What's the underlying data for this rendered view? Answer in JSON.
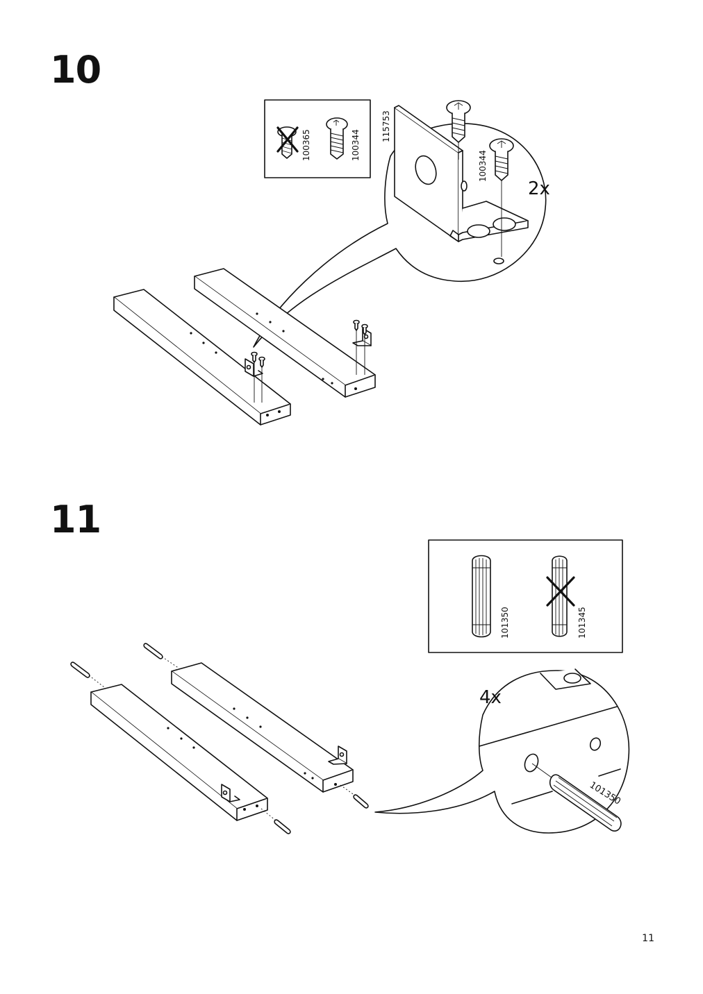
{
  "page_number": "11",
  "step10": {
    "number": "10",
    "legend": {
      "wrong_part": "100365",
      "correct_part": "100344"
    },
    "bracket_part": "115753",
    "screw_part": "100344",
    "quantity": "2x"
  },
  "step11": {
    "number": "11",
    "legend": {
      "correct_part": "101350",
      "wrong_part": "101345"
    },
    "dowel_part": "101350",
    "quantity": "4x"
  }
}
